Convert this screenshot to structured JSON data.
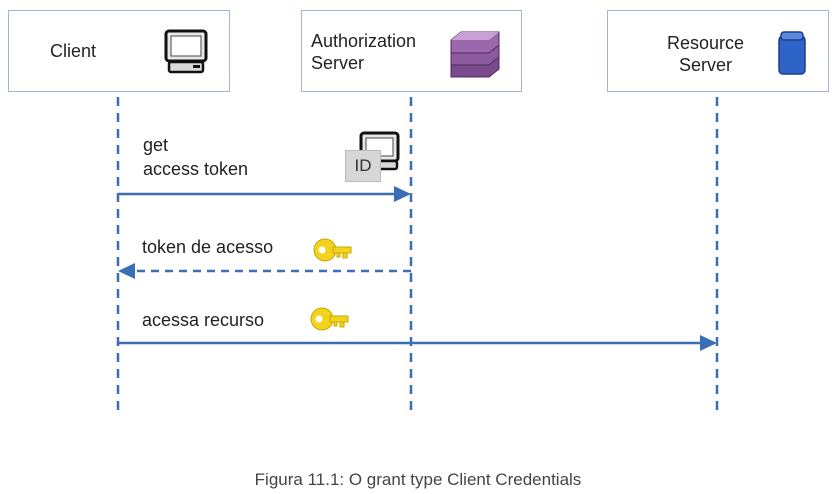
{
  "participants": [
    {
      "id": "client",
      "label": "Client",
      "icon": "computer-icon"
    },
    {
      "id": "auth",
      "label": "Authorization\nServer",
      "icon": "server-stack-icon"
    },
    {
      "id": "resource",
      "label": "Resource\nServer",
      "icon": "database-icon"
    }
  ],
  "messages": [
    {
      "label": "get\naccess token",
      "from": "client",
      "to": "auth",
      "style": "solid",
      "icon": "computer-id-icon"
    },
    {
      "label": "token de acesso",
      "from": "auth",
      "to": "client",
      "style": "dashed",
      "icon": "key-icon"
    },
    {
      "label": "acessa recurso",
      "from": "client",
      "to": "resource",
      "style": "solid",
      "icon": "key-icon"
    }
  ],
  "id_badge": "ID",
  "caption": "Figura 11.1: O grant type Client Credentials",
  "colors": {
    "arrow": "#3a6eb5",
    "lifeline": "#3a6eb5",
    "box_border": "#9fb6d6",
    "key": "#f2d41e",
    "server": "#8c5a9e",
    "database": "#2e64c8"
  }
}
